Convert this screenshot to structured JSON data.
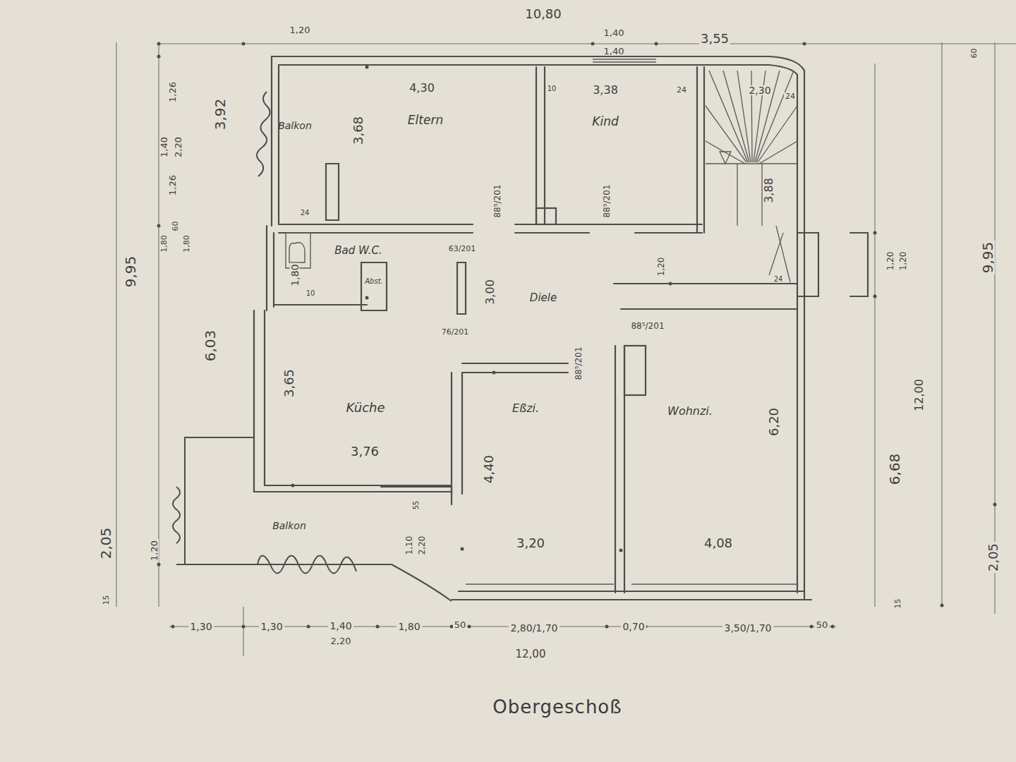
{
  "diagram": {
    "caption": "Obergeschoß",
    "nodes": [
      {
        "text": [
          "Balkon"
        ]
      },
      {
        "text": [
          "Eltern"
        ]
      },
      {
        "text": [
          "Kind"
        ]
      },
      {
        "text": [
          "Bad W.C."
        ]
      },
      {
        "text": [
          "Abst."
        ]
      },
      {
        "text": [
          "Diele"
        ]
      },
      {
        "text": [
          "Küche"
        ]
      },
      {
        "text": [
          "Eßzi."
        ]
      },
      {
        "text": [
          "Wohnzi."
        ]
      },
      {
        "text": [
          "Balkon"
        ]
      }
    ],
    "labels": [
      "10,80",
      "1,20",
      "1,40",
      "1,40",
      "3,55",
      "60",
      "1,26",
      "3,92",
      "1,40",
      "2,20",
      "1,26",
      "9,95",
      "1,80",
      "60",
      "1,80",
      "6,03",
      "2,05",
      "1,20",
      "15",
      "4,30",
      "3,68",
      "3,38",
      "10",
      "24",
      "2,30",
      "24",
      "3,88",
      "24",
      "88⁵/201",
      "88⁵/201",
      "63/201",
      "1,20",
      "1,80",
      "10",
      "3,00",
      "76/201",
      "88⁵/201",
      "88⁵/201",
      "24",
      "3,65",
      "3,76",
      "4,40",
      "6,20",
      "55",
      "1,10",
      "2,20",
      "3,20",
      "4,08",
      "9,95",
      "1,20",
      "1,20",
      "12,00",
      "6,68",
      "2,05",
      "15",
      "1,30",
      "1,30",
      "1,40",
      "2,20",
      "1,80",
      "50",
      "2,80/1,70",
      "0,70",
      "3,50/1,70",
      "50",
      "12,00"
    ]
  }
}
